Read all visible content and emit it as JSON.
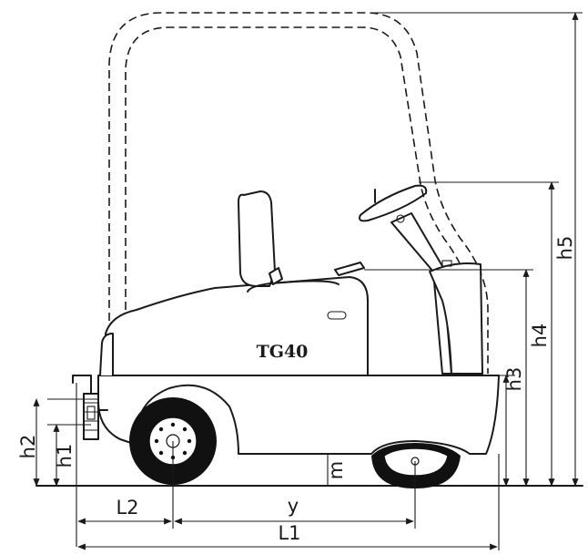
{
  "model": "TG40",
  "dimensions": {
    "h1": "h1",
    "h2": "h2",
    "h3": "h3",
    "h4": "h4",
    "h5": "h5",
    "m": "m",
    "L1": "L1",
    "L2": "L2",
    "y": "y"
  },
  "colors": {
    "line": "#1a1a1a",
    "background": "#ffffff"
  }
}
